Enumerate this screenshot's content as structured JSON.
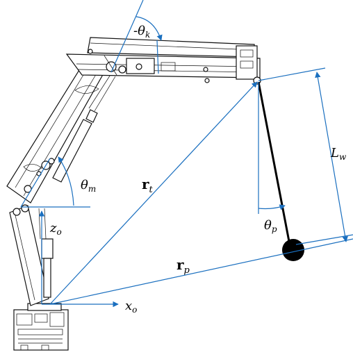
{
  "colors": {
    "vector": "#1a6fbf",
    "mechanism": "#111111",
    "payload": "#000000"
  },
  "labels": {
    "theta_k": {
      "prefix": "-",
      "symbol": "θ",
      "sub": "k"
    },
    "theta_m": {
      "symbol": "θ",
      "sub": "m"
    },
    "theta_p": {
      "symbol": "θ",
      "sub": "p"
    },
    "r_t": {
      "symbol": "r",
      "sub": "t"
    },
    "r_p": {
      "symbol": "r",
      "sub": "p"
    },
    "L_w": {
      "symbol": "L",
      "sub": "w"
    },
    "z_o": {
      "symbol": "z",
      "sub": "o"
    },
    "x_o": {
      "symbol": "x",
      "sub": "o"
    }
  }
}
